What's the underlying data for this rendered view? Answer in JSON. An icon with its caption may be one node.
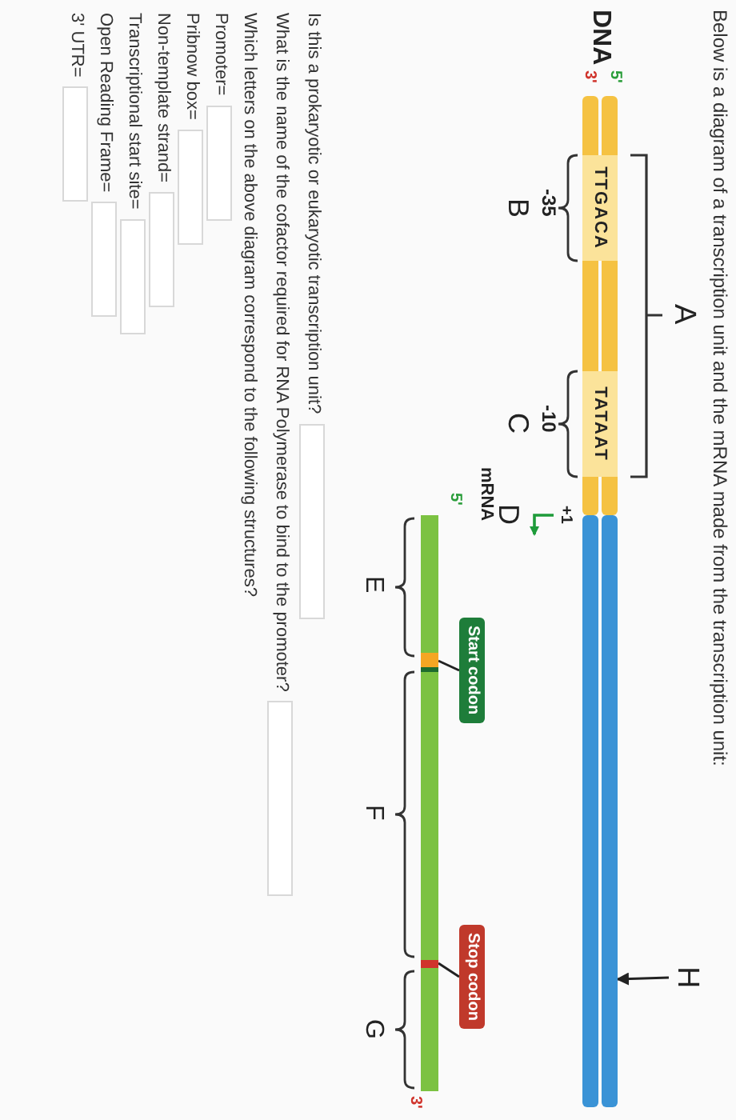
{
  "diagram": {
    "title": "Below is a diagram of a transcription unit and the mRNA made from the transcription unit:",
    "nodes": [
      {
        "text": [
          "A"
        ]
      },
      {
        "text": [
          "H"
        ]
      },
      {
        "text": [],
        "shape": "bar",
        "beside": [
          "DNA",
          "5'",
          "3'"
        ]
      },
      {
        "text": [
          "TTGACA"
        ],
        "in": 2
      },
      {
        "text": [
          "TATAAT"
        ],
        "in": 2
      },
      {
        "text": [
          "B"
        ]
      },
      {
        "text": [
          "C"
        ]
      },
      {
        "text": [
          "D"
        ]
      },
      {
        "text": [
          "Start codon"
        ]
      },
      {
        "text": [
          "Stop codon"
        ]
      },
      {
        "text": [],
        "shape": "box"
      },
      {
        "text": [],
        "shape": "box"
      },
      {
        "text": [
          "E"
        ]
      },
      {
        "text": [
          "F"
        ]
      },
      {
        "text": [
          "G"
        ]
      }
    ],
    "edges": [
      {
        "from": 1,
        "to": 2,
        "arrow": "to"
      },
      {
        "from": 8,
        "to": 10,
        "arrow": "none"
      },
      {
        "from": 9,
        "to": 11,
        "arrow": "none"
      }
    ],
    "labels": [
      "-35",
      "-10",
      "+1",
      "mRNA",
      "5'",
      "3'",
      "Is this a prokaryotic or eukaryotic transcription unit?",
      "What is the name of the cofactor required for RNA Polymerase to bind to the promoter?",
      "Which letters on the above diagram correspond to the following structures?",
      "Promoter=",
      "Pribnow box=",
      "Non-template strand=",
      "Transcriptional start site=",
      "Open Reading Frame=",
      "3' UTR="
    ]
  }
}
